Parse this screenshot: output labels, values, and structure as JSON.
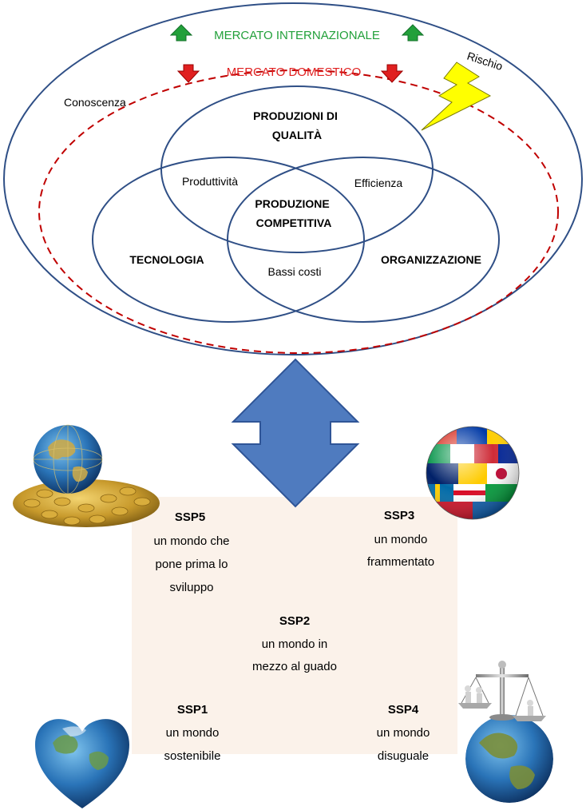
{
  "top_diagram": {
    "outer_market": "MERCATO INTERNAZIONALE",
    "inner_market": "MERCATO DOMESTICO",
    "knowledge": "Conoscenza",
    "risk": "Rischio",
    "circle_top_line1": "PRODUZIONI DI",
    "circle_top_line2": "QUALITÀ",
    "circle_left": "TECNOLOGIA",
    "circle_right": "ORGANIZZAZIONE",
    "overlap_top_left": "Produttività",
    "overlap_top_right": "Efficienza",
    "overlap_bottom": "Bassi costi",
    "center_line1": "PRODUZIONE",
    "center_line2": "COMPETITIVA"
  },
  "scenarios": {
    "ssp5": {
      "title": "SSP5",
      "lines": [
        "un mondo che",
        "pone prima lo",
        "sviluppo"
      ]
    },
    "ssp3": {
      "title": "SSP3",
      "lines": [
        "un mondo",
        "frammentato"
      ]
    },
    "ssp2": {
      "title": "SSP2",
      "lines": [
        "un mondo  in",
        "mezzo al guado"
      ]
    },
    "ssp1": {
      "title": "SSP1",
      "lines": [
        "un mondo",
        "sostenibile"
      ]
    },
    "ssp4": {
      "title": "SSP4",
      "lines": [
        "un mondo",
        "disuguale"
      ]
    }
  },
  "colors": {
    "ellipse_stroke": "#2f4f86",
    "dashed": "#c00000",
    "green": "#22a03a",
    "red_text": "#e02020",
    "arrow_fill": "#4f7bbf",
    "arrow_stroke": "#2f5597",
    "panel": "#fbf2ea",
    "lightning": "#ffff00"
  }
}
